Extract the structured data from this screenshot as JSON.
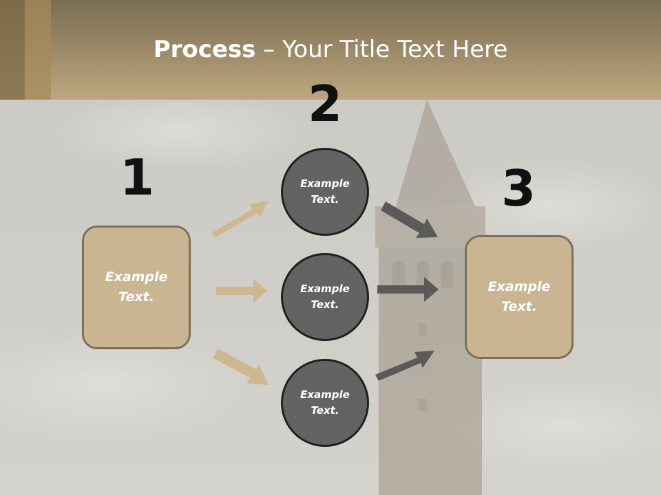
{
  "slide": {
    "title_bold": "Process",
    "title_rest": " – Your Title Text Here"
  },
  "steps": {
    "step1_number": "1",
    "step2_number": "2",
    "step3_number": "3"
  },
  "nodes": {
    "left_box": "Example\nText.",
    "circle_top": "Example\nText.",
    "circle_middle": "Example\nText.",
    "circle_bottom": "Example\nText.",
    "right_box": "Example\nText."
  },
  "colors": {
    "header_band": "#b9a27a",
    "box_fill": "#c9b592",
    "circle_fill": "#636363",
    "light_arrow": "#cdb78f",
    "dark_arrow": "#5a5a5a"
  }
}
